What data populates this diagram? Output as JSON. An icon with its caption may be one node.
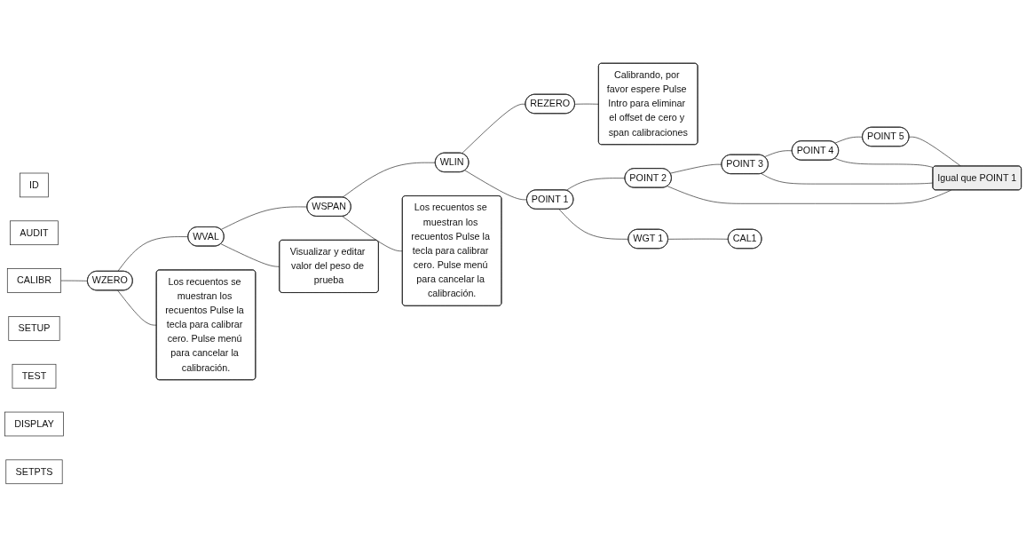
{
  "diagram": {
    "nodes": [
      {
        "text": [
          "ID"
        ]
      },
      {
        "text": [
          "AUDIT"
        ]
      },
      {
        "text": [
          "CALIBR"
        ]
      },
      {
        "text": [
          "SETUP"
        ]
      },
      {
        "text": [
          "TEST"
        ]
      },
      {
        "text": [
          "DISPLAY"
        ]
      },
      {
        "text": [
          "SETPTS"
        ]
      },
      {
        "text": [
          "WZERO"
        ]
      },
      {
        "text": [
          "WVAL"
        ]
      },
      {
        "text": [
          "WSPAN"
        ]
      },
      {
        "text": [
          "WLIN"
        ]
      },
      {
        "text": [
          "REZERO"
        ]
      },
      {
        "text": [
          "Los recuentos se muestran los recuentos Pulse la tecla para calibrar cero. Pulse menú para cancelar la calibración."
        ]
      },
      {
        "text": [
          "Visualizar y editar valor del peso de prueba"
        ]
      },
      {
        "text": [
          "Los recuentos se muestran los recuentos Pulse la tecla para calibrar cero. Pulse menú para cancelar la calibración."
        ]
      },
      {
        "text": [
          "Calibrando, por favor espere Pulse Intro para eliminar el offset de cero y span calibraciones"
        ]
      },
      {
        "text": [
          "POINT 1"
        ]
      },
      {
        "text": [
          "POINT 2"
        ]
      },
      {
        "text": [
          "POINT 3"
        ]
      },
      {
        "text": [
          "POINT 4"
        ]
      },
      {
        "text": [
          "POINT 5"
        ]
      },
      {
        "text": [
          "WGT 1"
        ]
      },
      {
        "text": [
          "Igual que POINT 1"
        ]
      },
      {
        "text": [
          "CAL1"
        ]
      }
    ],
    "edges": [
      {
        "from": 2,
        "to": 7,
        "arrow": "none"
      },
      {
        "from": 7,
        "to": 8,
        "arrow": "none"
      },
      {
        "from": 8,
        "to": 9,
        "arrow": "none"
      },
      {
        "from": 9,
        "to": 10,
        "arrow": "none"
      },
      {
        "from": 10,
        "to": 11,
        "arrow": "none"
      },
      {
        "from": 7,
        "to": 12,
        "arrow": "none"
      },
      {
        "from": 8,
        "to": 13,
        "arrow": "none"
      },
      {
        "from": 9,
        "to": 14,
        "arrow": "none"
      },
      {
        "from": 11,
        "to": 15,
        "arrow": "none"
      },
      {
        "from": 10,
        "to": 16,
        "arrow": "none"
      },
      {
        "from": 16,
        "to": 17,
        "arrow": "none"
      },
      {
        "from": 17,
        "to": 18,
        "arrow": "none"
      },
      {
        "from": 18,
        "to": 19,
        "arrow": "none"
      },
      {
        "from": 19,
        "to": 20,
        "arrow": "none"
      },
      {
        "from": 16,
        "to": 21,
        "arrow": "none"
      },
      {
        "from": 17,
        "to": 22,
        "arrow": "none"
      },
      {
        "from": 18,
        "to": 22,
        "arrow": "none"
      },
      {
        "from": 19,
        "to": 22,
        "arrow": "none"
      },
      {
        "from": 20,
        "to": 22,
        "arrow": "none"
      },
      {
        "from": 21,
        "to": 23,
        "arrow": "none"
      }
    ]
  }
}
